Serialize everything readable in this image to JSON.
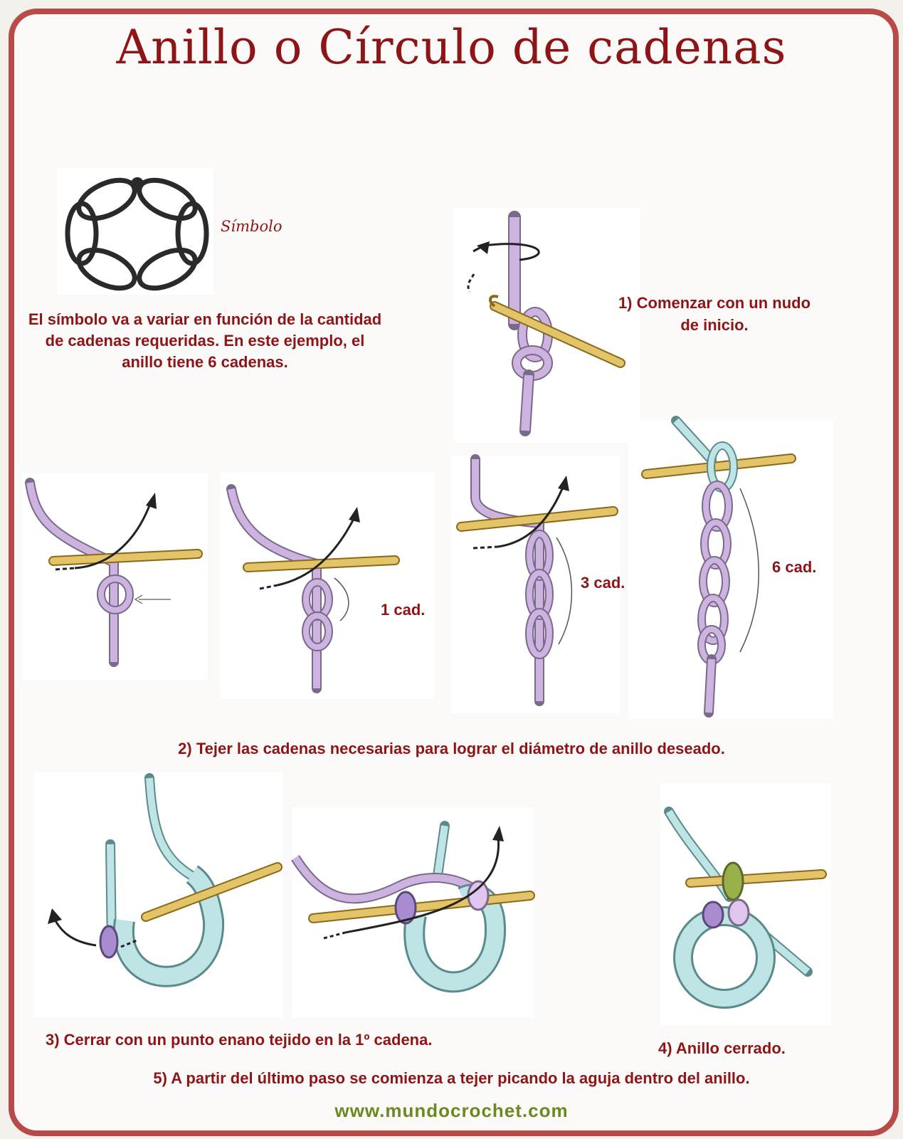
{
  "title": "Anillo o Círculo de cadenas",
  "symbol_label": "Símbolo",
  "symbol_note": "El símbolo va a variar en función de la cantidad de cadenas requeridas. En este ejemplo, el anillo tiene 6 cadenas.",
  "steps": {
    "step1": "1) Comenzar con un nudo de inicio.",
    "step2": "2) Tejer las cadenas necesarias para lograr el diámetro de anillo deseado.",
    "step3": "3) Cerrar con un punto enano tejido en la 1º cadena.",
    "step4": "4) Anillo cerrado.",
    "step5": "5) A partir del último paso se comienza a tejer picando la aguja dentro del anillo."
  },
  "chain_labels": {
    "one": "1 cad.",
    "three": "3 cad.",
    "six": "6 cad."
  },
  "footer_url": "www.mundocrochet.com",
  "colors": {
    "accent": "#8e1517",
    "border": "#b84a4a",
    "yarn_lilac": "#cdb3e0",
    "yarn_aqua": "#bfe4e6",
    "hook": "#e3c468",
    "url": "#6a8a1f"
  }
}
